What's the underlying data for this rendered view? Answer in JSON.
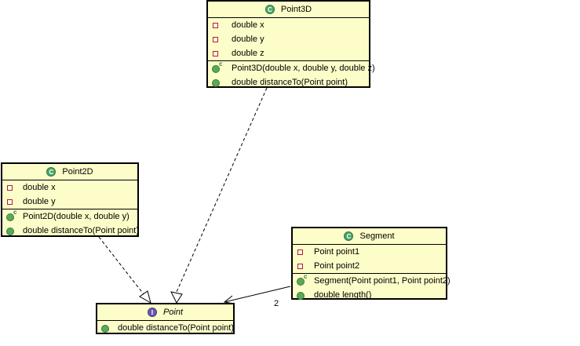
{
  "classes": {
    "point3d": {
      "name": "Point3D",
      "fields": [
        "double x",
        "double y",
        "double z"
      ],
      "constructor": "Point3D(double x, double y, double z)",
      "methods": [
        "double distanceTo(Point point)"
      ]
    },
    "point2d": {
      "name": "Point2D",
      "fields": [
        "double x",
        "double y"
      ],
      "constructor": "Point2D(double x, double y)",
      "methods": [
        "double distanceTo(Point point)"
      ]
    },
    "segment": {
      "name": "Segment",
      "fields": [
        "Point point1",
        "Point point2"
      ],
      "constructor": "Segment(Point point1, Point point2)",
      "methods": [
        "double length()"
      ]
    },
    "point": {
      "name": "Point",
      "methods": [
        "double distanceTo(Point point)"
      ]
    }
  },
  "badges": {
    "class": "C",
    "interface": "I",
    "constructor": "c"
  },
  "relations": {
    "segment_point_multiplicity": "2"
  },
  "colors": {
    "class_fill": "#fdfdc9",
    "class_badge": "#4aa66a",
    "interface_badge": "#6d55b3",
    "field_icon": "#b02020",
    "method_icon": "#5aa95a"
  }
}
